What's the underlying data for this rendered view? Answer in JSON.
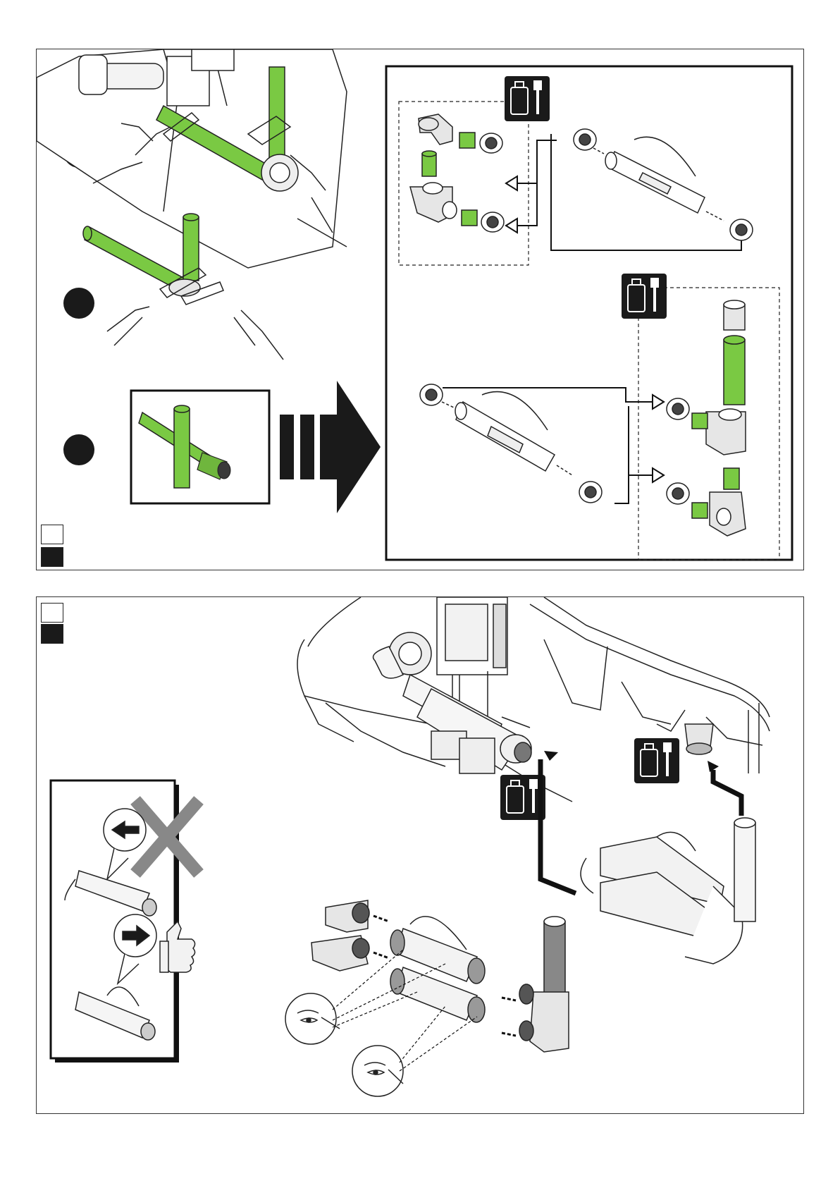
{
  "page": {
    "background_color": "#ffffff",
    "accent_color": "#7ac943",
    "ink_color": "#1a1a1a",
    "fitting_color": "#e6e6e6"
  },
  "top_panel": {
    "steps": [
      {
        "id": "step-1",
        "icon": "pipe-cutter-on-installed-pipe"
      },
      {
        "id": "step-2",
        "icon": "pipe-cutter-on-tee-pipe"
      },
      {
        "id": "step-3",
        "icon": "cut-pipe-detail"
      }
    ],
    "legend_squares": [
      {
        "color": "#ffffff"
      },
      {
        "color": "#1a1a1a"
      }
    ],
    "big_arrow_icon": "right-arrow-icon",
    "diagram_icons": [
      "glue-can-brush-icon",
      "glue-can-brush-icon"
    ]
  },
  "bottom_panel": {
    "legend_squares": [
      {
        "color": "#ffffff"
      },
      {
        "color": "#1a1a1a"
      }
    ],
    "correct_icon": "thumbs-up-icon",
    "wrong_icon": "cross-mark-icon",
    "inspect_icons": [
      "eye-inspect-icon",
      "eye-inspect-icon"
    ],
    "diagram_icons": [
      "glue-can-brush-icon",
      "glue-can-brush-icon"
    ]
  }
}
